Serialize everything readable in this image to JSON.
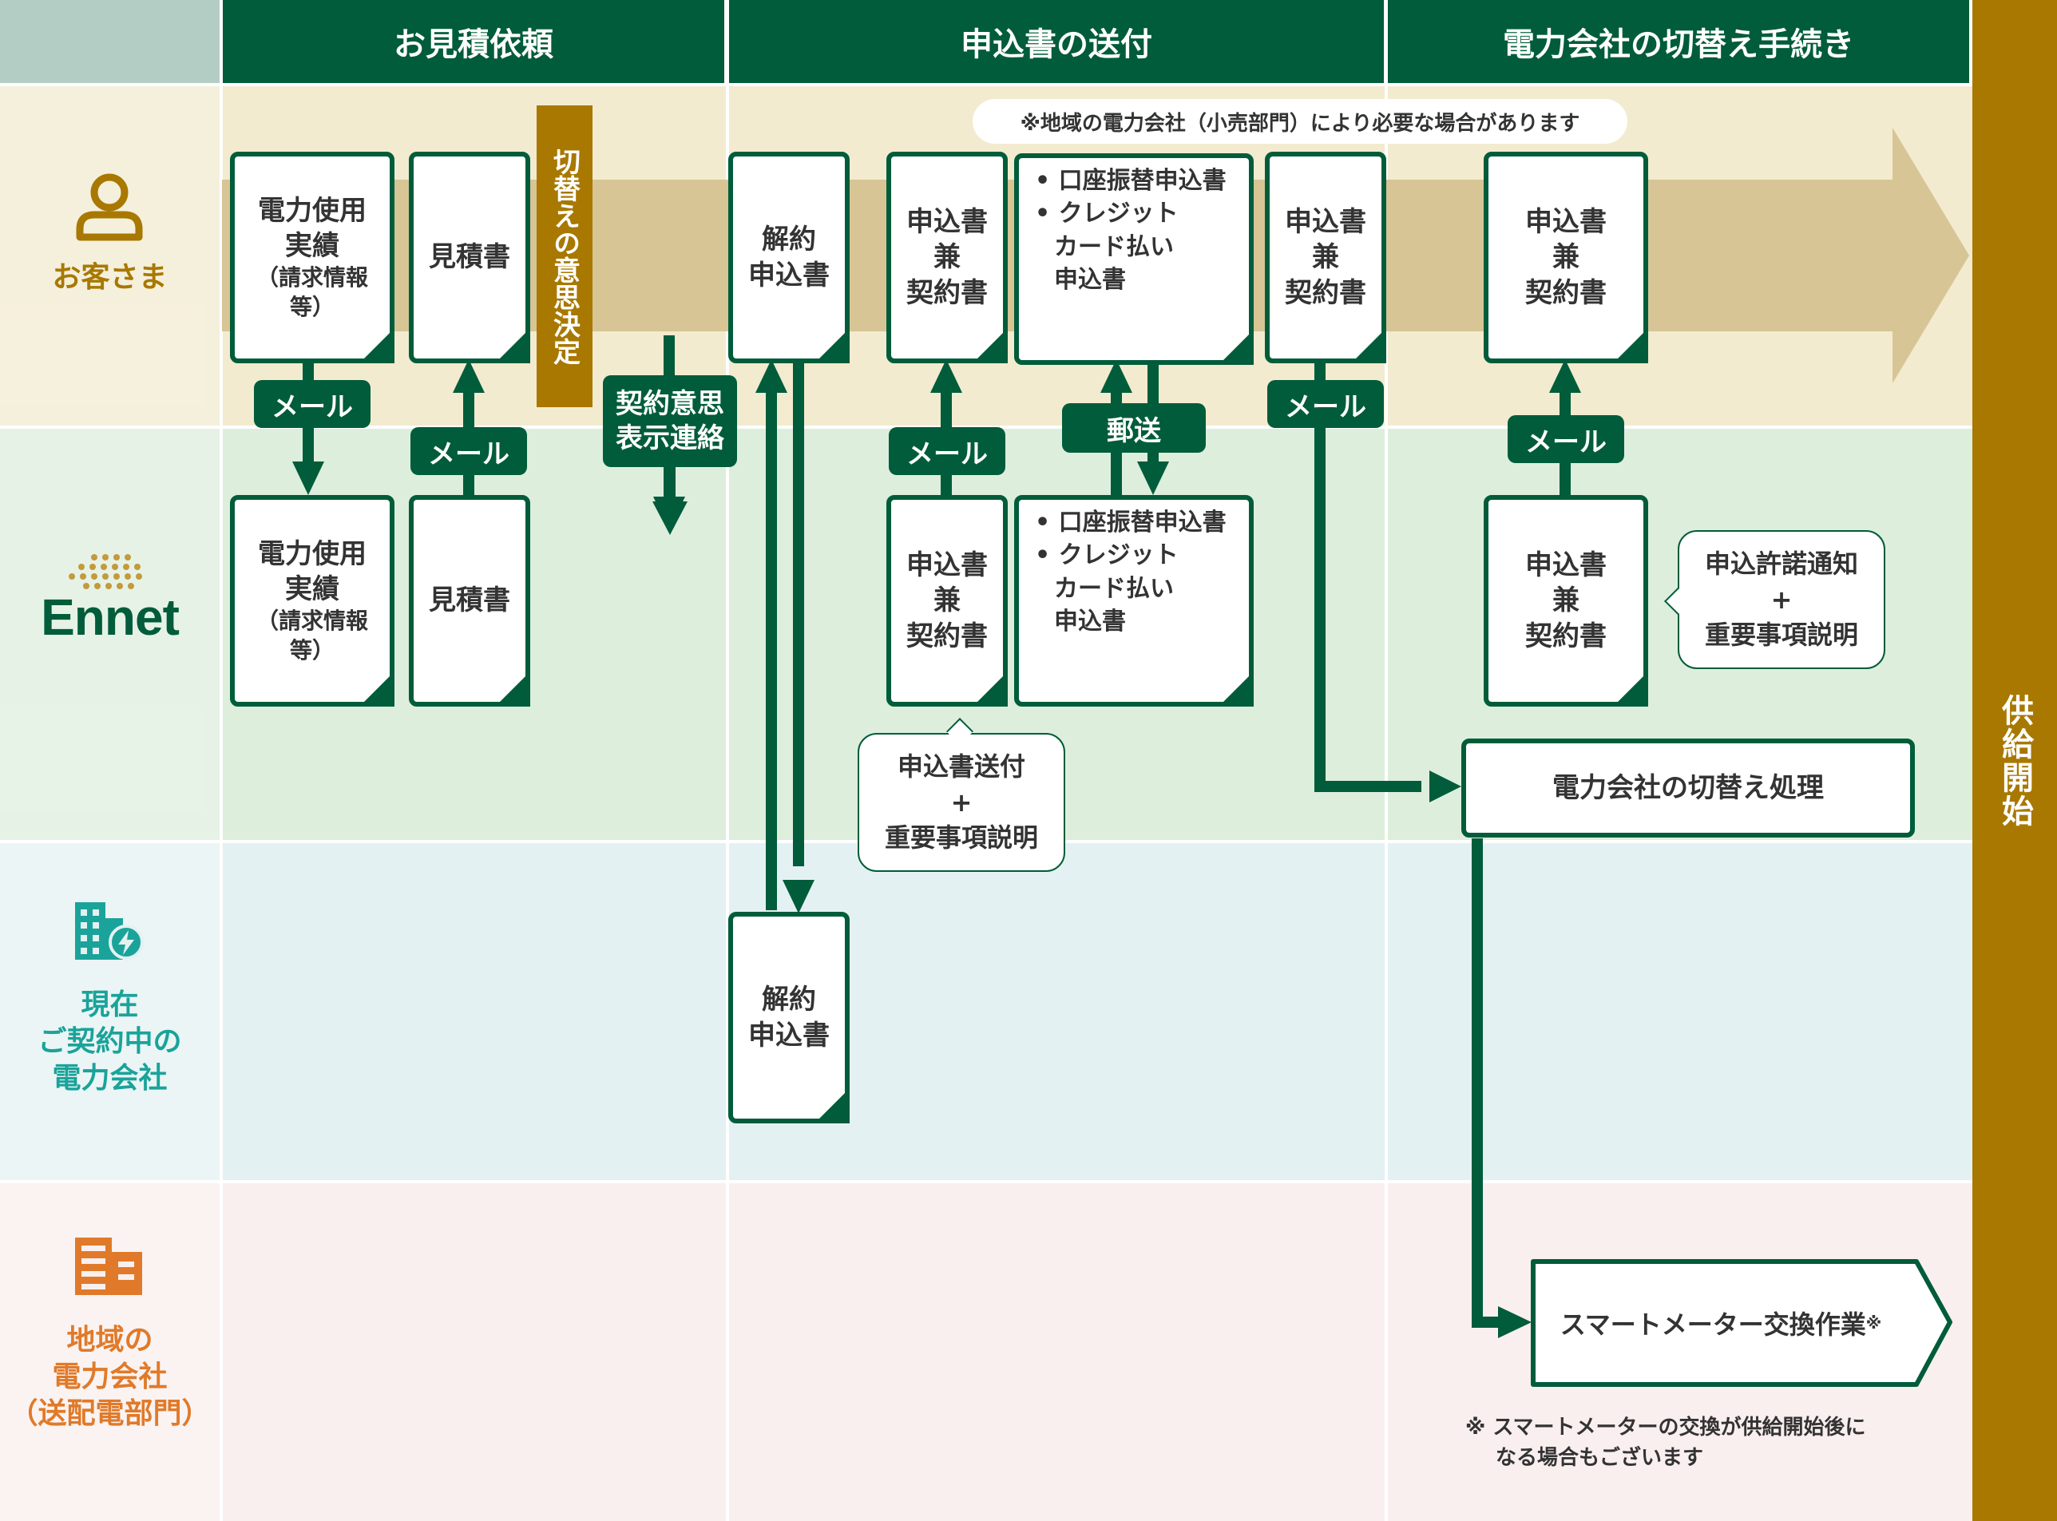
{
  "colors": {
    "green": "#005c3a",
    "gold": "#a87800",
    "customer_text": "#a87800",
    "current_text": "#1aa39a",
    "regional_text": "#e07a2a"
  },
  "headers": [
    "お見積依頼",
    "申込書の送付",
    "電力会社の切替え手続き"
  ],
  "side_label": "供給開始",
  "lanes": {
    "customer": {
      "label": "お客さま",
      "icon": "person-icon"
    },
    "ennet": {
      "label": "Ennet",
      "icon": "ennet-logo"
    },
    "current": {
      "label_lines": [
        "現在",
        "ご契約中の",
        "電力会社"
      ],
      "icon": "building-lightning-icon"
    },
    "regional": {
      "label_lines": [
        "地域の",
        "電力会社",
        "（送配電部門）"
      ],
      "icon": "building-icon"
    }
  },
  "note_top": "※地域の電力会社（小売部門）により必要な場合があります",
  "decision": "切替えの意思決定",
  "contract_intent": [
    "契約意思",
    "表示連絡"
  ],
  "docs": {
    "usage_title": [
      "電力使用",
      "実績"
    ],
    "usage_sub": "（請求情報等）",
    "estimate": "見積書",
    "cancel": [
      "解約",
      "申込書"
    ],
    "application": [
      "申込書",
      "兼",
      "契約書"
    ],
    "payment_items": [
      "口座振替申込書",
      "クレジット",
      "カード払い",
      "申込書"
    ]
  },
  "pills": {
    "mail": "メール",
    "post": "郵送"
  },
  "bubbles": {
    "send": [
      "申込書送付",
      "+",
      "重要事項説明"
    ],
    "approval": [
      "申込許諾通知",
      "+",
      "重要事項説明"
    ]
  },
  "switch_process": "電力会社の切替え処理",
  "meter_work": "スマートメーター交換作業",
  "meter_mark": "※",
  "footnote": [
    "※ スマートメーターの交換が供給開始後に",
    "なる場合もございます"
  ]
}
